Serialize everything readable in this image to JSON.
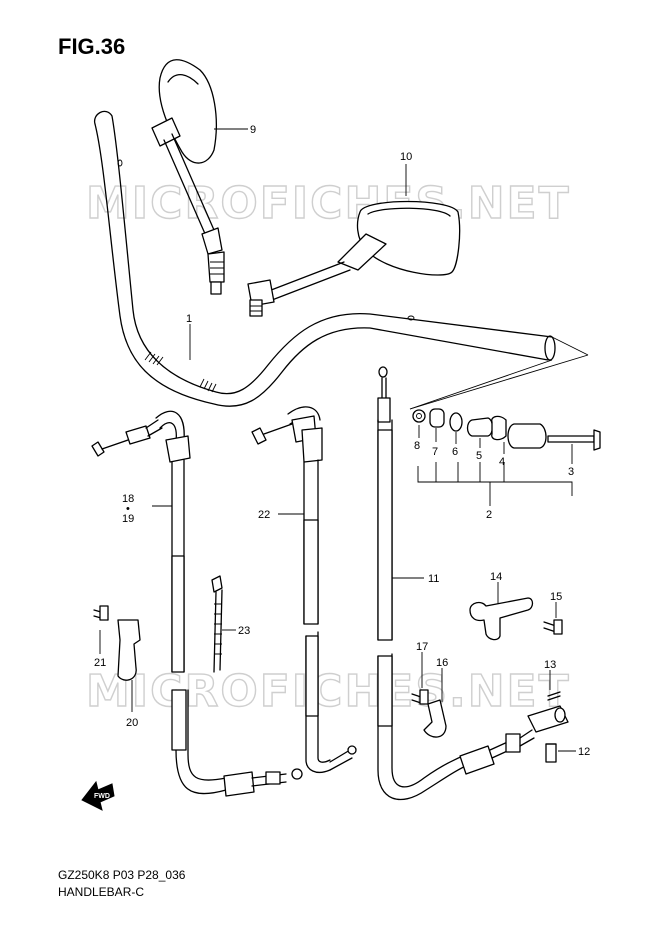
{
  "figure": {
    "title": "FIG.36",
    "model_code": "GZ250K8 P03 P28_036",
    "section_name": "HANDLEBAR-C"
  },
  "watermark": {
    "text": "MICROFICHES.NET"
  },
  "fwd_label": "FWD",
  "callouts": [
    {
      "id": "callout-1",
      "label": "1"
    },
    {
      "id": "callout-2",
      "label": "2"
    },
    {
      "id": "callout-3",
      "label": "3"
    },
    {
      "id": "callout-4",
      "label": "4"
    },
    {
      "id": "callout-5",
      "label": "5"
    },
    {
      "id": "callout-6",
      "label": "6"
    },
    {
      "id": "callout-7",
      "label": "7"
    },
    {
      "id": "callout-8",
      "label": "8"
    },
    {
      "id": "callout-9",
      "label": "9"
    },
    {
      "id": "callout-10",
      "label": "10"
    },
    {
      "id": "callout-11",
      "label": "11"
    },
    {
      "id": "callout-12",
      "label": "12"
    },
    {
      "id": "callout-13",
      "label": "13"
    },
    {
      "id": "callout-14",
      "label": "14"
    },
    {
      "id": "callout-15",
      "label": "15"
    },
    {
      "id": "callout-16",
      "label": "16"
    },
    {
      "id": "callout-17",
      "label": "17"
    },
    {
      "id": "callout-18",
      "label": "18"
    },
    {
      "id": "callout-18-19-dot",
      "label": "•"
    },
    {
      "id": "callout-19",
      "label": "19"
    },
    {
      "id": "callout-20",
      "label": "20"
    },
    {
      "id": "callout-21",
      "label": "21"
    },
    {
      "id": "callout-22",
      "label": "22"
    },
    {
      "id": "callout-23",
      "label": "23"
    }
  ]
}
